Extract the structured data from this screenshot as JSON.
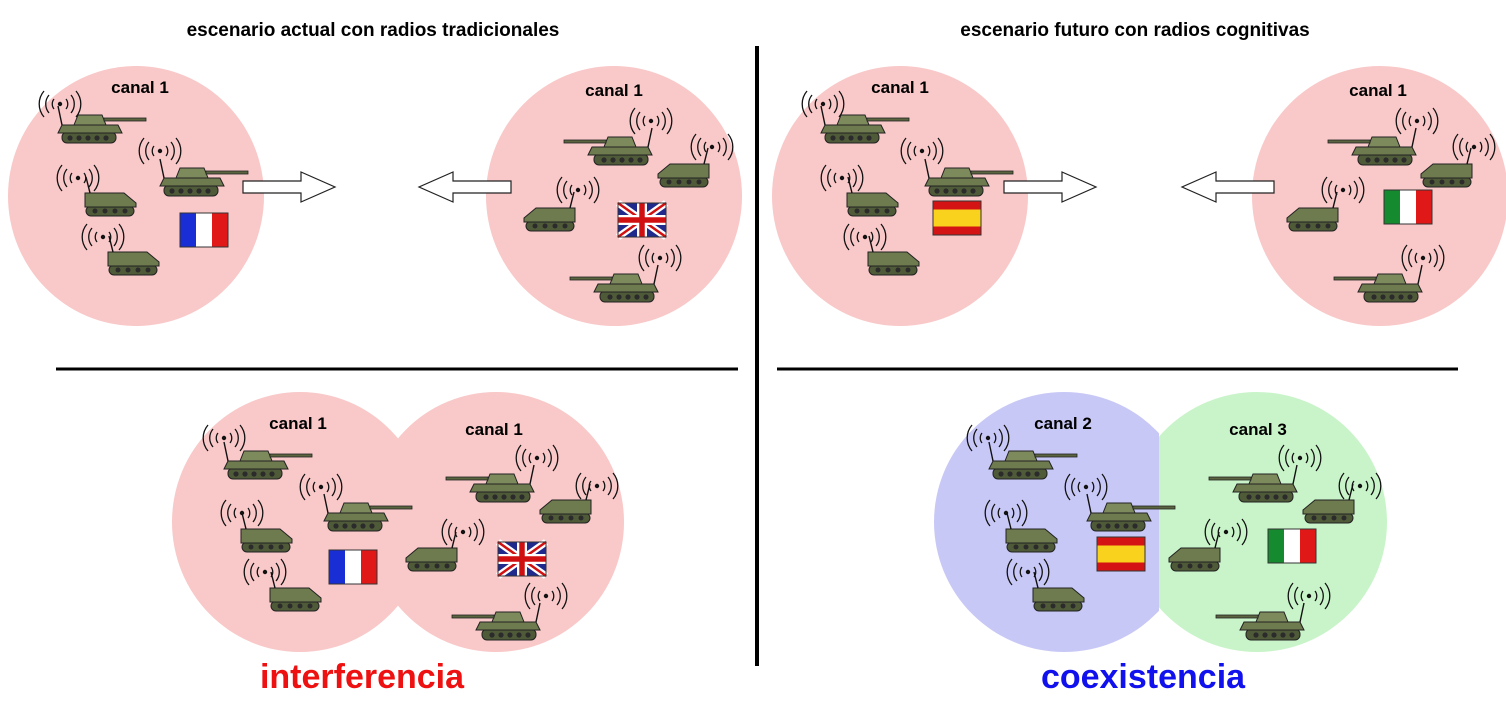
{
  "headings": {
    "current": "escenario actual con radios tradicionales",
    "future": "escenario futuro con radios cognitivas"
  },
  "channels": {
    "ch1": "canal 1",
    "ch2": "canal 2",
    "ch3": "canal 3"
  },
  "results": {
    "interference": "interferencia",
    "coexistence": "coexistencia"
  },
  "colors": {
    "zone_pink": "#f9c8c8",
    "zone_blue": "#c8c8f7",
    "zone_green": "#c9f4c9",
    "tank_body": "#6e7b4f",
    "interference_text": "#ee1111",
    "coexistence_text": "#1111ee",
    "divider": "#000000"
  },
  "flags": [
    "france-flag",
    "uk-flag",
    "spain-flag",
    "italy-flag"
  ],
  "icons": [
    "tank-icon",
    "apc-icon",
    "antenna-icon",
    "arrow-right-icon",
    "arrow-left-icon"
  ]
}
